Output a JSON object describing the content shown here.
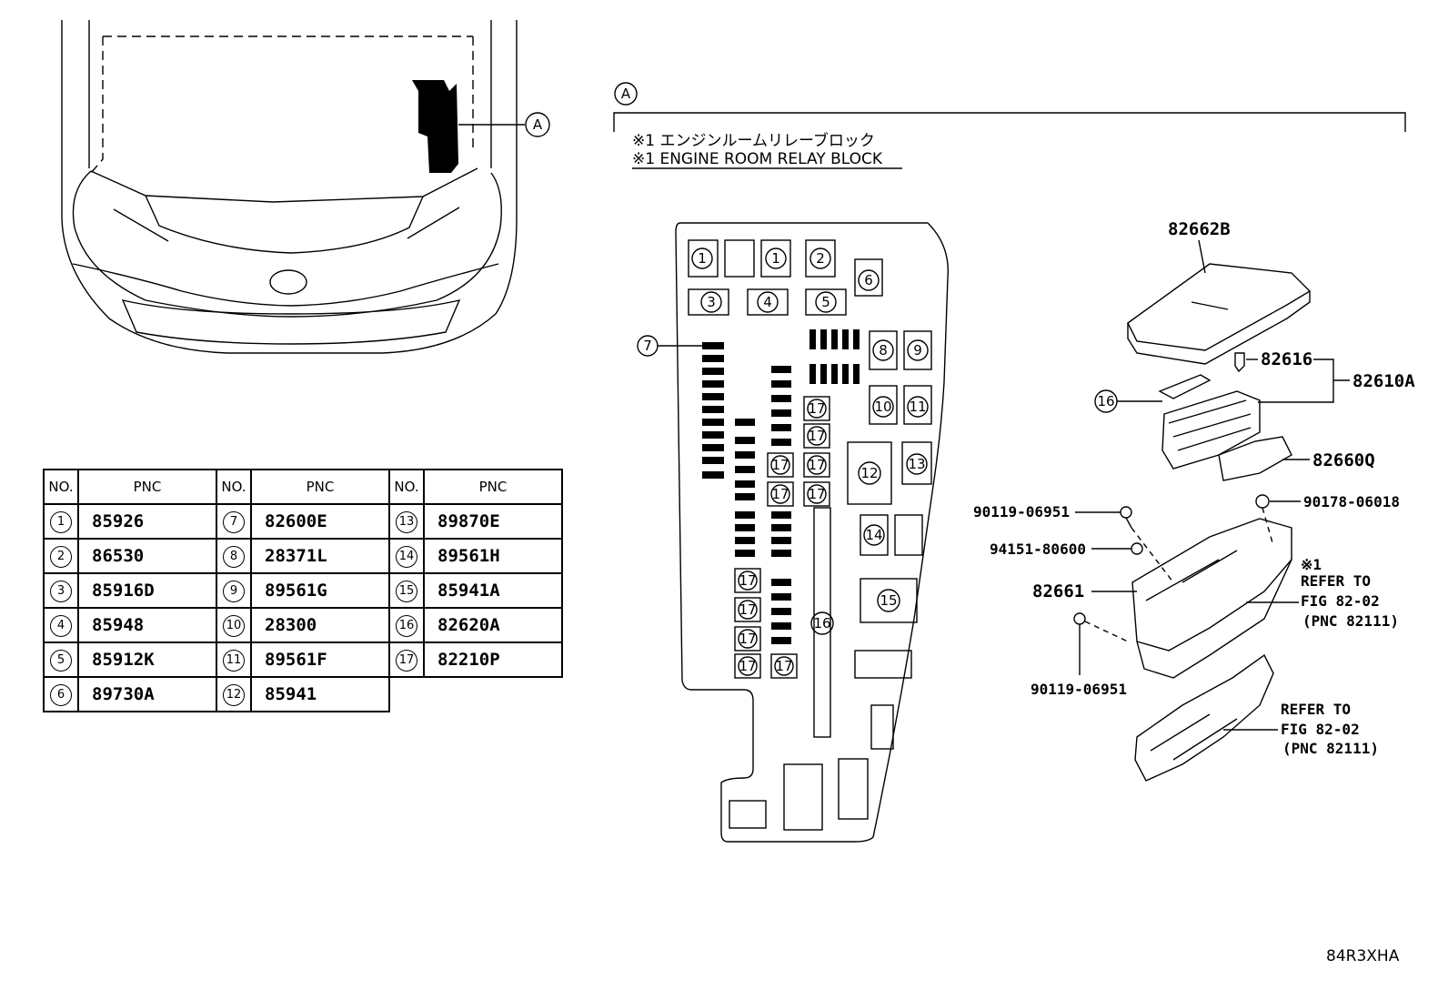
{
  "diagram_code": "84R3XHA",
  "section_marker": "A",
  "title_jp": "※1 エンジンルームリレーブロック",
  "title_en": "※1 ENGINE ROOM RELAY BLOCK",
  "table": {
    "header_no": "NO.",
    "header_pnc": "PNC",
    "rows": [
      [
        {
          "no": "1",
          "pnc": "85926"
        },
        {
          "no": "7",
          "pnc": "82600E"
        },
        {
          "no": "13",
          "pnc": "89870E"
        }
      ],
      [
        {
          "no": "2",
          "pnc": "86530"
        },
        {
          "no": "8",
          "pnc": "28371L"
        },
        {
          "no": "14",
          "pnc": "89561H"
        }
      ],
      [
        {
          "no": "3",
          "pnc": "85916D"
        },
        {
          "no": "9",
          "pnc": "89561G"
        },
        {
          "no": "15",
          "pnc": "85941A"
        }
      ],
      [
        {
          "no": "4",
          "pnc": "85948"
        },
        {
          "no": "10",
          "pnc": "28300"
        },
        {
          "no": "16",
          "pnc": "82620A"
        }
      ],
      [
        {
          "no": "5",
          "pnc": "85912K"
        },
        {
          "no": "11",
          "pnc": "89561F"
        },
        {
          "no": "17",
          "pnc": "82210P"
        }
      ],
      [
        {
          "no": "6",
          "pnc": "89730A"
        },
        {
          "no": "12",
          "pnc": "85941"
        }
      ]
    ]
  },
  "parts": {
    "cover": "82662B",
    "clip": "82616",
    "assembly": "82610A",
    "connector": "82660Q",
    "bolt_top": "90119-06951",
    "nut": "90178-06018",
    "clip_nut": "94151-80600",
    "block": "82661",
    "bolt_bottom": "90119-06951",
    "item16": "16"
  },
  "refer_note_mark": "※1",
  "refer1": {
    "line1": "REFER TO",
    "line2": "FIG 82-02",
    "line3": "(PNC 82111)"
  },
  "refer2": {
    "line1": "REFER TO",
    "line2": "FIG 82-02",
    "line3": "(PNC 82111)"
  },
  "block_numbers": [
    "1",
    "1",
    "2",
    "3",
    "4",
    "5",
    "6",
    "7",
    "8",
    "9",
    "10",
    "11",
    "12",
    "13",
    "14",
    "15",
    "16",
    "17"
  ]
}
